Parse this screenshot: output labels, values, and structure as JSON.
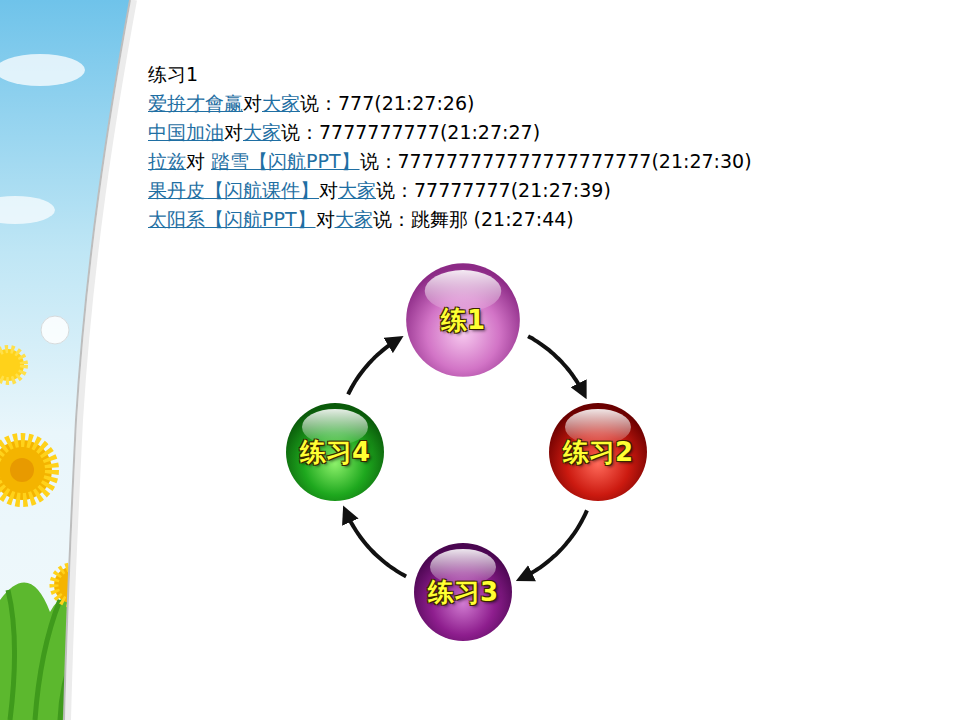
{
  "diagram": {
    "nodes": [
      {
        "text": [
          "练1"
        ]
      },
      {
        "text": [
          "练习2"
        ]
      },
      {
        "text": [
          "练习3"
        ]
      },
      {
        "text": [
          "练习4"
        ]
      }
    ],
    "edges": [
      {
        "from": 0,
        "to": 1,
        "arrow": "to"
      },
      {
        "from": 1,
        "to": 2,
        "arrow": "to"
      },
      {
        "from": 2,
        "to": 3,
        "arrow": "to"
      },
      {
        "from": 3,
        "to": 0,
        "arrow": "to"
      }
    ],
    "labels": [
      "练习1",
      "爱拚才會赢",
      "对",
      "大家",
      "说：777(21:27:26)",
      "中国加油",
      "对",
      "大家",
      "说：7777777777(21:27:27)",
      "拉兹",
      "对",
      "踏雪【闪航PPT】",
      "说：777777777777777777777(21:27:30)",
      "果丹皮【闪航课件】",
      "对",
      "大家",
      "说：77777777(21:27:39)",
      "太阳系【闪航PPT】",
      "对",
      "大家",
      "说：跳舞那 (21:27:44)"
    ]
  }
}
